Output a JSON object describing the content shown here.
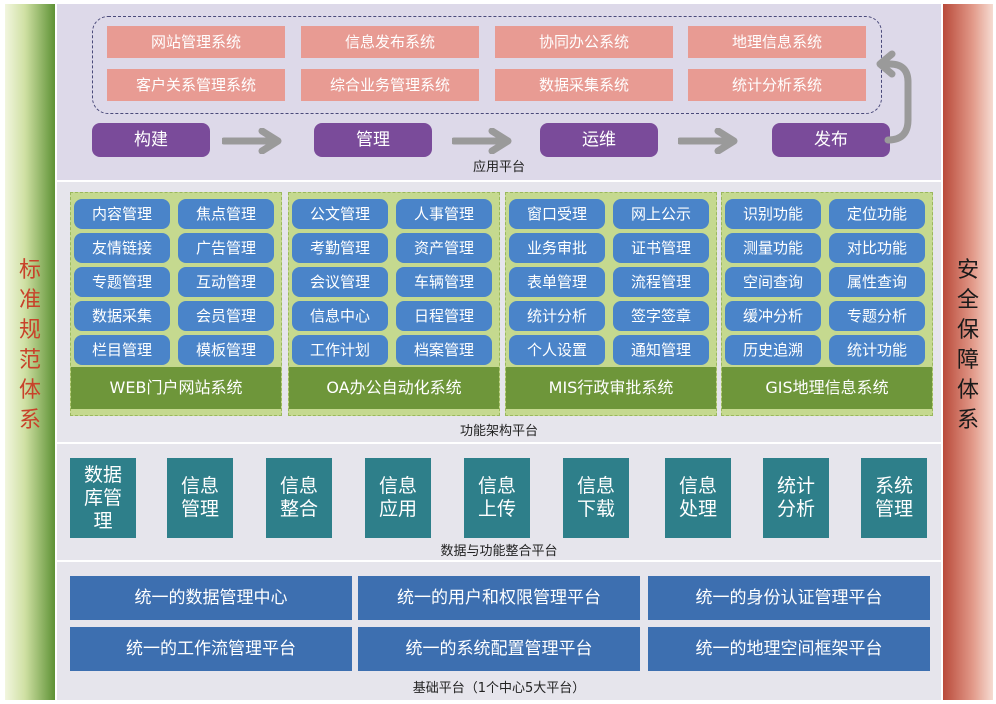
{
  "side_left": [
    "标",
    "准",
    "规",
    "范",
    "体",
    "系"
  ],
  "side_right": [
    "安",
    "全",
    "保",
    "障",
    "体",
    "系"
  ],
  "app_platform": {
    "title": "应用平台",
    "systems": [
      "网站管理系统",
      "信息发布系统",
      "协同办公系统",
      "地理信息系统",
      "客户关系管理系统",
      "综合业务管理系统",
      "数据采集系统",
      "统计分析系统"
    ],
    "phases": [
      "构建",
      "管理",
      "运维",
      "发布"
    ]
  },
  "function_platform": {
    "title": "功能架构平台",
    "groups": [
      {
        "name": "WEB门户网站系统",
        "items": [
          "内容管理",
          "焦点管理",
          "友情链接",
          "广告管理",
          "专题管理",
          "互动管理",
          "数据采集",
          "会员管理",
          "栏目管理",
          "模板管理"
        ]
      },
      {
        "name": "OA办公自动化系统",
        "items": [
          "公文管理",
          "人事管理",
          "考勤管理",
          "资产管理",
          "会议管理",
          "车辆管理",
          "信息中心",
          "日程管理",
          "工作计划",
          "档案管理"
        ]
      },
      {
        "name": "MIS行政审批系统",
        "items": [
          "窗口受理",
          "网上公示",
          "业务审批",
          "证书管理",
          "表单管理",
          "流程管理",
          "统计分析",
          "签字签章",
          "个人设置",
          "通知管理"
        ]
      },
      {
        "name": "GIS地理信息系统",
        "items": [
          "识别功能",
          "定位功能",
          "测量功能",
          "对比功能",
          "空间查询",
          "属性查询",
          "缓冲分析",
          "专题分析",
          "历史追溯",
          "统计功能"
        ]
      }
    ]
  },
  "integration_platform": {
    "title": "数据与功能整合平台",
    "tiles": [
      "数据\n库管\n理",
      "信息\n管理",
      "信息\n整合",
      "信息\n应用",
      "信息\n上传",
      "信息\n下载",
      "信息\n处理",
      "统计\n分析",
      "系统\n管理"
    ]
  },
  "base_platform": {
    "title": "基础平台（1个中心5大平台）",
    "items": [
      "统一的数据管理中心",
      "统一的用户和权限管理平台",
      "统一的身份认证管理平台",
      "统一的工作流管理平台",
      "统一的系统配置管理平台",
      "统一的地理空间框架平台"
    ]
  }
}
